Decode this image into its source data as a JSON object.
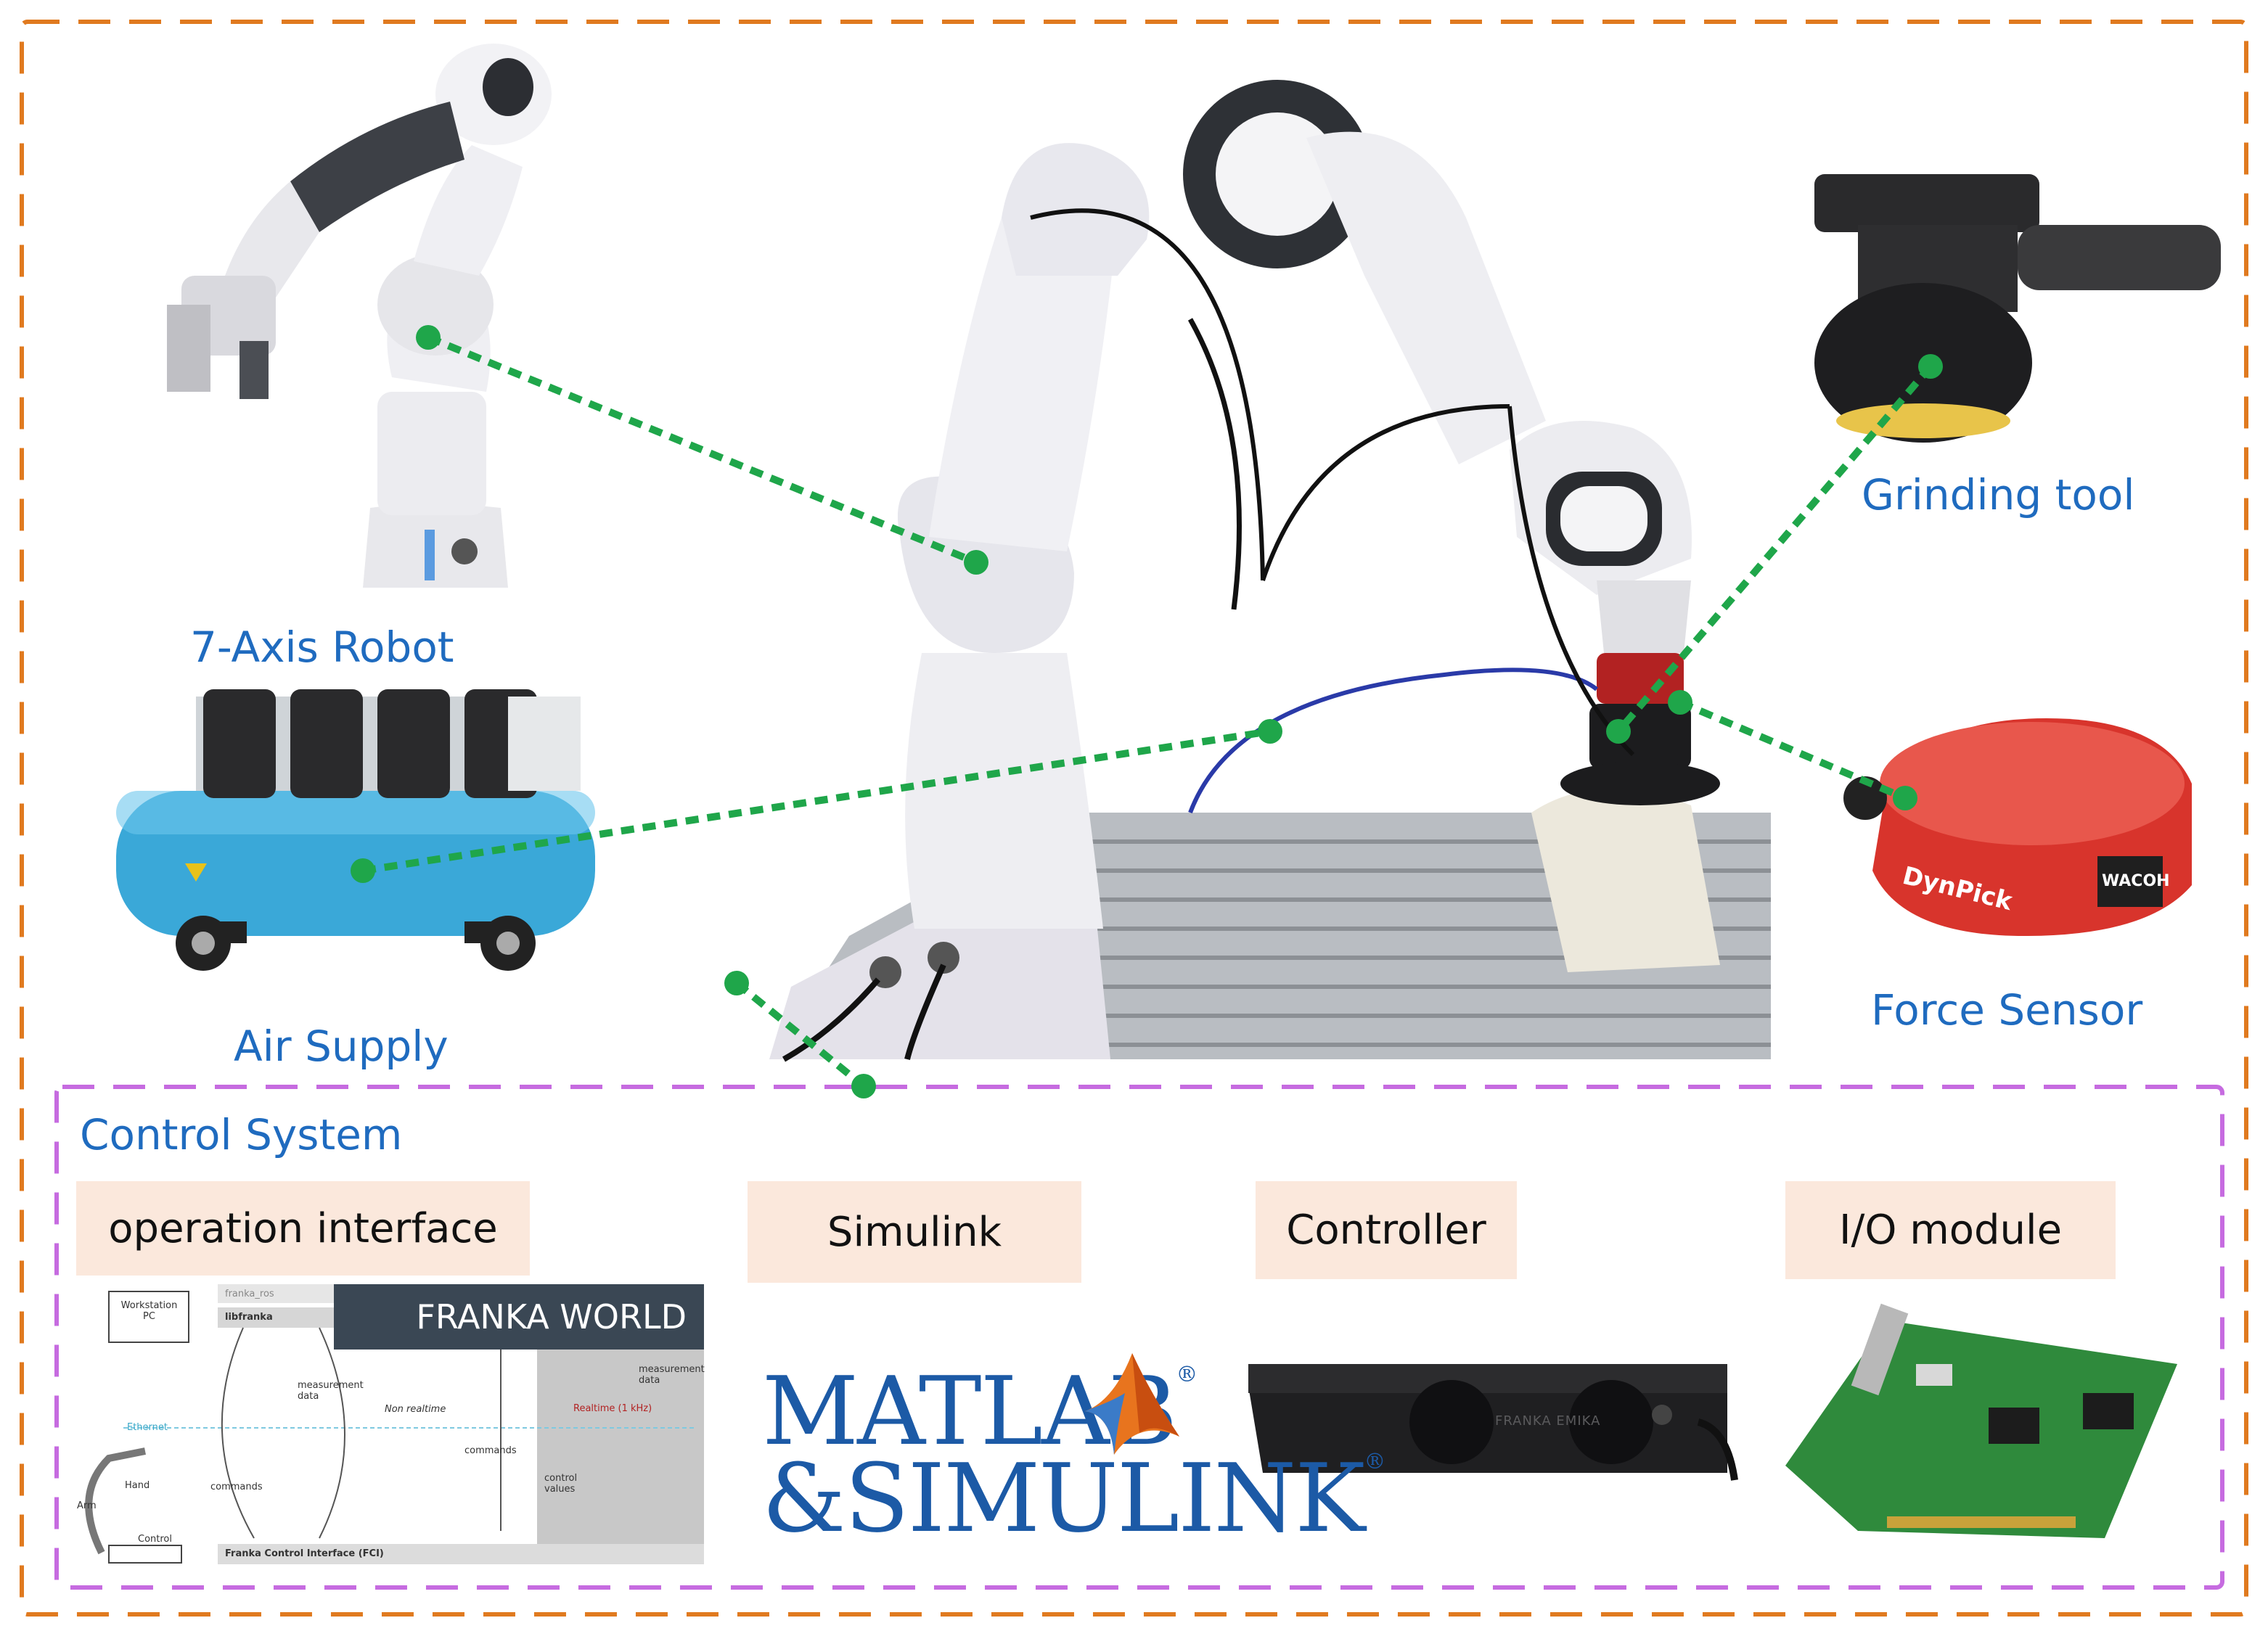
{
  "labels": {
    "robot": "7-Axis Robot",
    "air": "Air Supply",
    "grinding": "Grinding tool",
    "force": "Force Sensor",
    "control_system": "Control System"
  },
  "boxes": {
    "operation": "operation interface",
    "simulink": "Simulink",
    "controller": "Controller",
    "io": "I/O module"
  },
  "franka": {
    "banner": "FRANKA WORLD",
    "workstation": "Workstation PC",
    "franka_ros": "franka_ros",
    "libfranka": "libfranka",
    "ethernet": "Ethernet",
    "hand": "Hand",
    "arm": "Arm",
    "control": "Control",
    "measurement_data": "measurement data",
    "non_realtime": "Non realtime",
    "commands": "commands",
    "realtime": "Realtime (1 kHz)",
    "control_values": "control values",
    "fci": "Franka Control Interface (FCI)"
  },
  "matlab": {
    "line1": "MATLAB",
    "line2": "&SIMULINK",
    "reg": "®"
  },
  "product_marks": {
    "dynpick": "DynPick",
    "wacoh": "WACOH",
    "franka_emika": "FRANKA EMIKA"
  },
  "colors": {
    "outer_border": "#e07a1f",
    "inner_border": "#c66be0",
    "connector": "#1fa64a",
    "label_blue": "#1f6bbf",
    "box_fill": "#fbe8dc",
    "compressor_blue": "#3aa8d8",
    "sensor_red": "#d8342c",
    "pcb_green": "#2f8a3c"
  }
}
